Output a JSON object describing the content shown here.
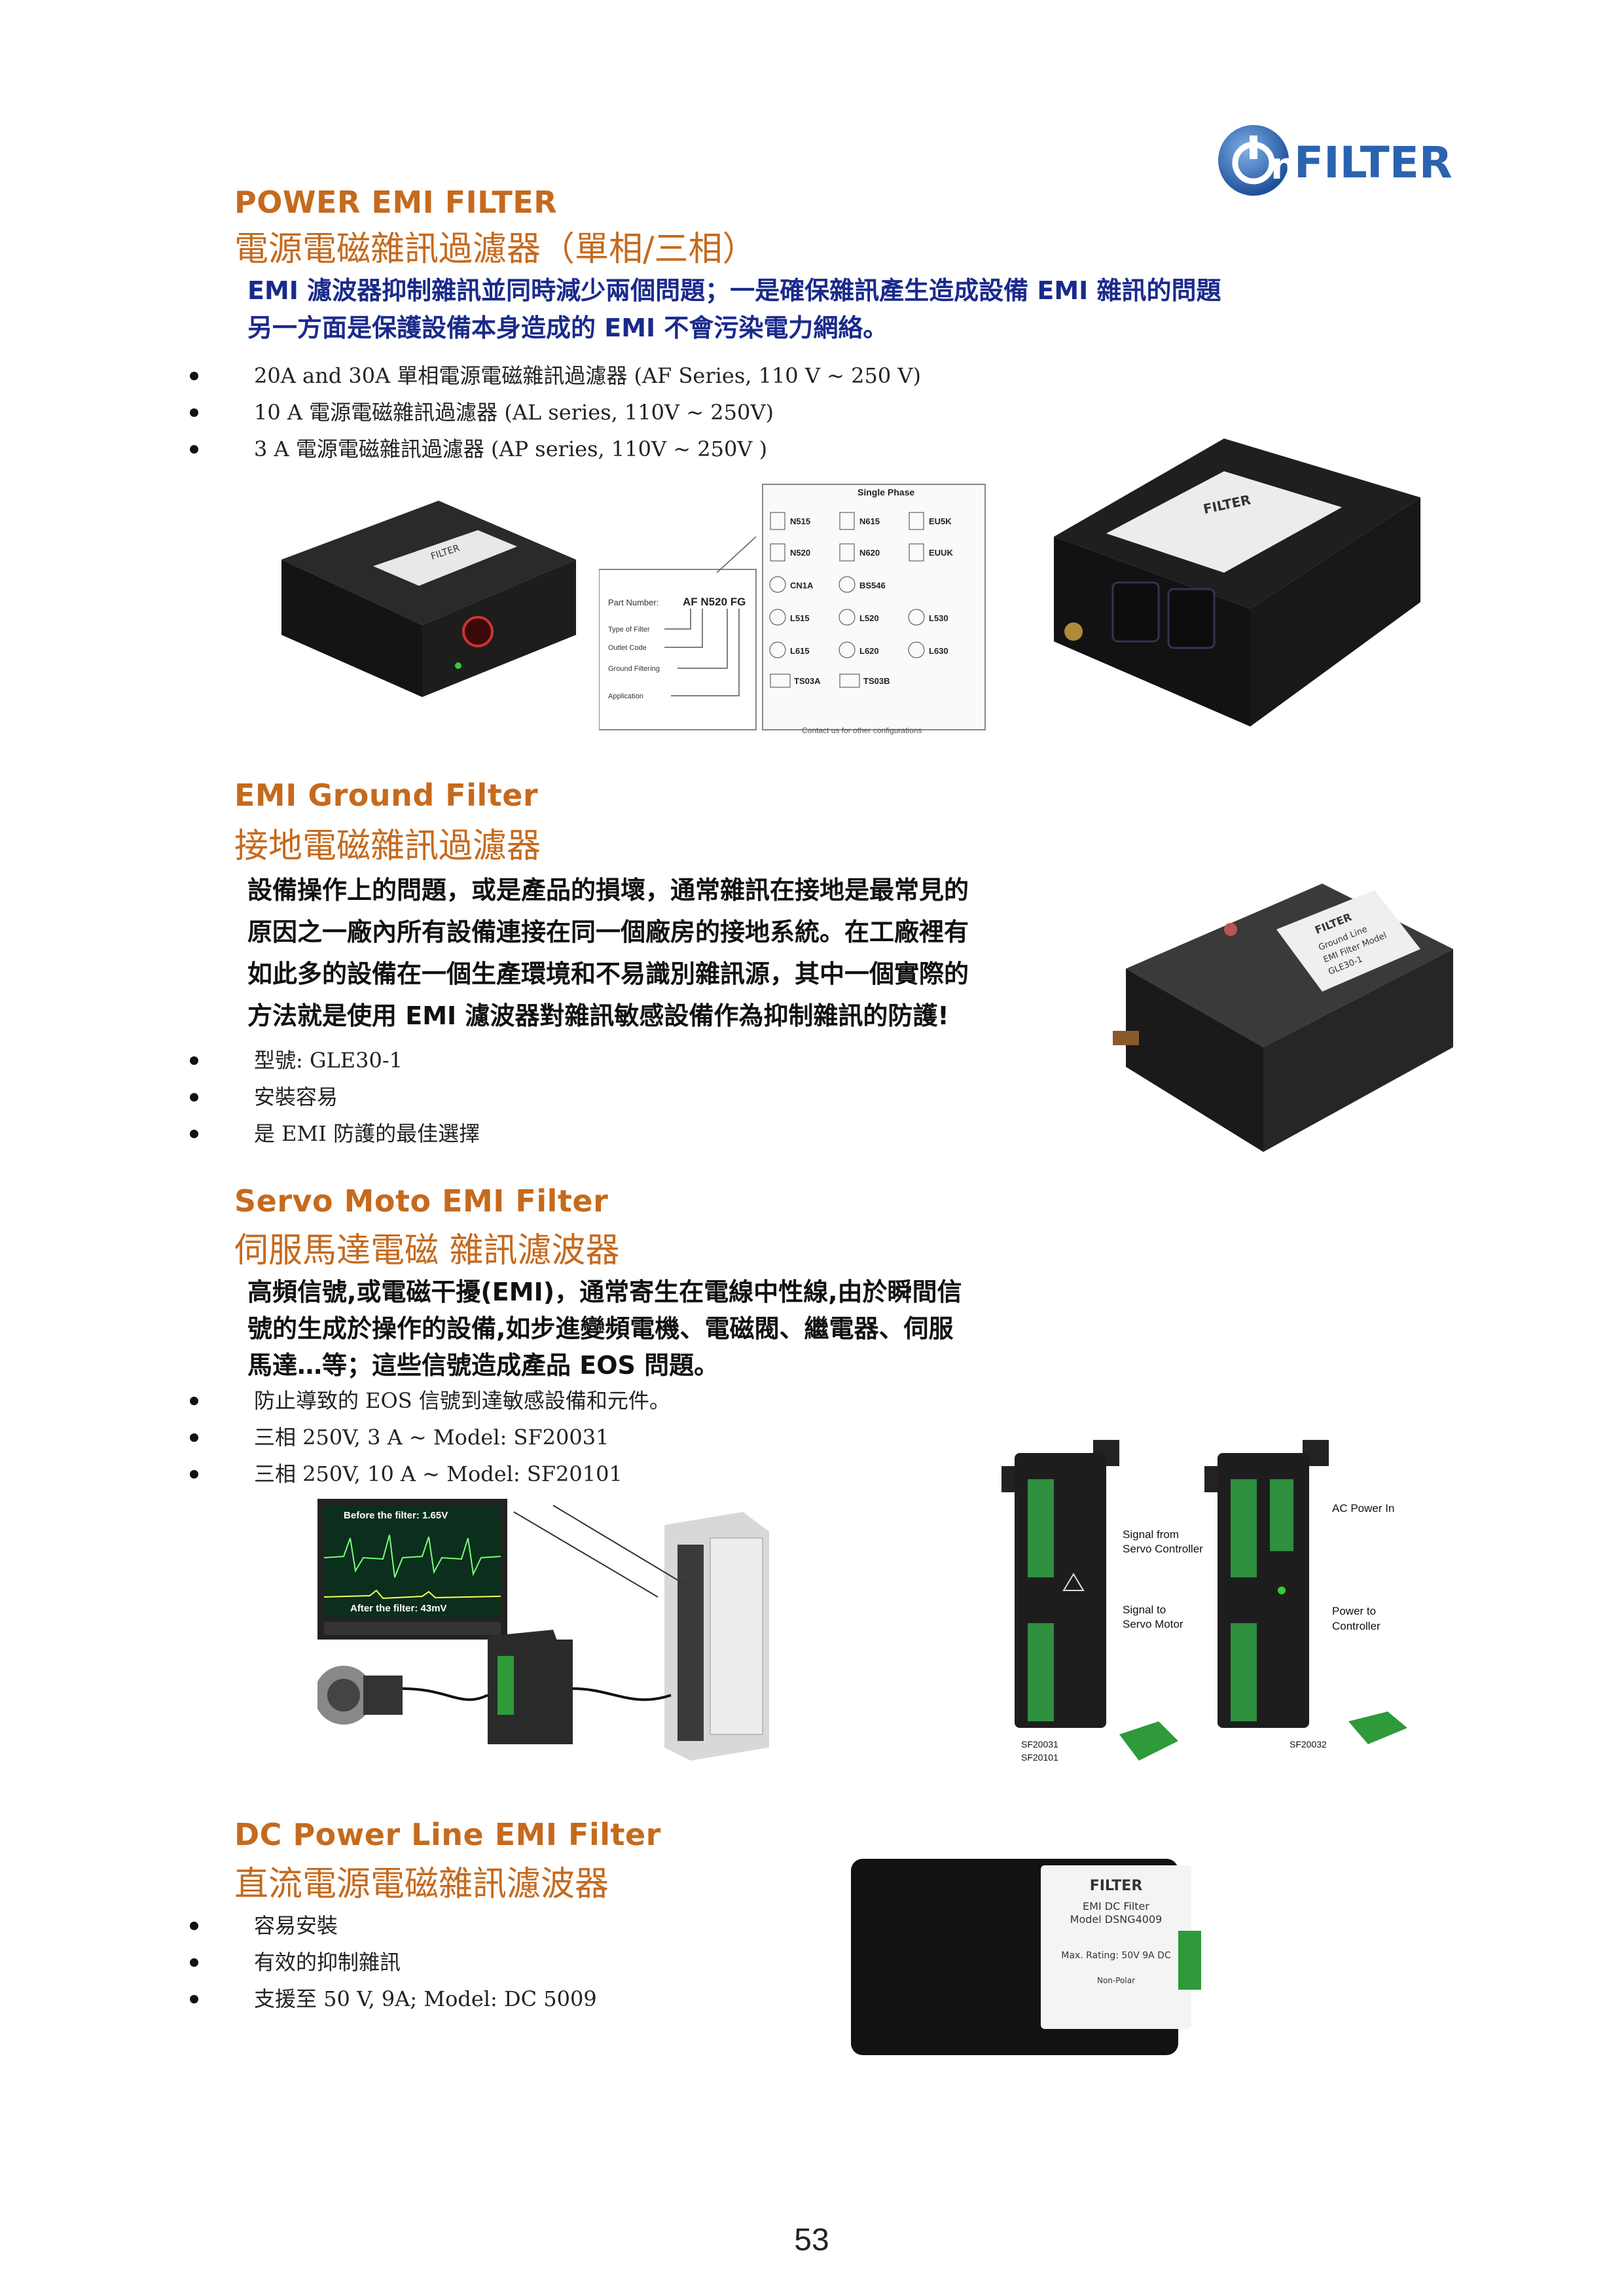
{
  "logo": {
    "text": "FILTER",
    "letter": "n"
  },
  "section1": {
    "title_en": "POWER EMI FILTER",
    "title_zh": "電源電磁雜訊過濾器（單相/三相）",
    "desc": [
      "EMI 濾波器抑制雜訊並同時減少兩個問題；一是確保雜訊產生造成設備 EMI 雜訊的問題",
      "另一方面是保護設備本身造成的 EMI 不會污染電力網絡。"
    ],
    "bullets": [
      "20A and 30A  單相電源電磁雜訊過濾器  (AF Series, 110 V ~ 250 V)",
      "10 A  電源電磁雜訊過濾器  (AL series, 110V ~ 250V)",
      "3 A  電源電磁雜訊過濾器  (AP series, 110V ~ 250V )"
    ],
    "diagram": {
      "heading": "Single Phase",
      "part_number_label": "Part Number:",
      "part_number": "AF N520 FG",
      "fields": [
        "Type of Filter",
        "Outlet Code",
        "Ground Filtering",
        "Application"
      ],
      "codes": [
        "N515",
        "N615",
        "EU5K",
        "N520",
        "N620",
        "EUUK",
        "CN1A",
        "BS546",
        "L515",
        "L520",
        "L530",
        "L615",
        "L620",
        "L630",
        "TS03A",
        "TS03B"
      ],
      "footer": "Contact us for other configurations"
    },
    "device_label": "FILTER"
  },
  "section2": {
    "title_en": "EMI Ground Filter",
    "title_zh": "接地電磁雜訊過濾器",
    "desc": [
      "設備操作上的問題，或是產品的損壞，通常雜訊在接地是最常見的",
      "原因之一廠內所有設備連接在同一個廠房的接地系統。在工廠裡有",
      "如此多的設備在一個生產環境和不易識別雜訊源，其中一個實際的",
      "方法就是使用 EMI 濾波器對雜訊敏感設備作為抑制雜訊的防護!"
    ],
    "bullets": [
      "型號: GLE30-1",
      "安裝容易",
      "是 EMI 防護的最佳選擇"
    ],
    "device_label": [
      "FILTER",
      "Ground Line",
      "EMI Filter Model",
      "GLE30-1"
    ]
  },
  "section3": {
    "title_en": "Servo Moto EMI Filter",
    "title_zh": "伺服馬達電磁  雜訊濾波器",
    "desc": [
      "高頻信號,或電磁干擾(EMI)，通常寄生在電線中性線,由於瞬間信",
      "號的生成於操作的設備,如步進變頻電機、電磁閥、繼電器、伺服",
      "馬達…等；這些信號造成產品  EOS 問題。"
    ],
    "bullets": [
      "防止導致的 EOS 信號到達敏感設備和元件。",
      "三相  250V, 3 A ~ Model: SF20031",
      "三相  250V, 10 A ~ Model: SF20101"
    ],
    "scope": {
      "before": "Before the filter: 1.65V",
      "after": "After the filter: 43mV"
    },
    "servo_labels": {
      "signal_from": "Signal from",
      "servo_controller": "Servo Controller",
      "signal_to": "Signal to",
      "servo_motor": "Servo Motor",
      "ac_power_in": "AC Power In",
      "power_to": "Power to",
      "controller": "Controller",
      "model_a": "SF20031",
      "model_b": "SF20101",
      "model_c": "SF20032"
    }
  },
  "section4": {
    "title_en": "DC Power Line EMI Filter",
    "title_zh": "直流電源電磁雜訊濾波器",
    "bullets": [
      "容易安裝",
      "有效的抑制雜訊",
      "支援至  50 V, 9A; Model: DC 5009"
    ],
    "label": {
      "brand": "FILTER",
      "line1": "EMI DC Filter",
      "line2": "Model DSNG4009",
      "rating": "Max. Rating: 50V 9A DC",
      "polar": "Non-Polar"
    }
  },
  "page_number": "53"
}
